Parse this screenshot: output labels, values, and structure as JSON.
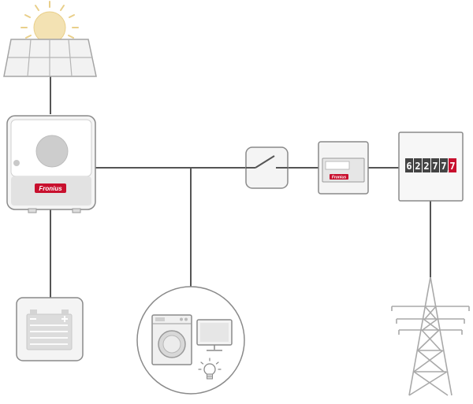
{
  "inverter": {
    "brand_label": "Fronius"
  },
  "smart_meter": {
    "brand_label": "Fronius"
  },
  "utility_meter": {
    "digits": [
      "6",
      "2",
      "2",
      "7",
      "7"
    ],
    "decimal": "7"
  },
  "colors": {
    "line": "#555555",
    "device_stroke": "#8a8a8a",
    "device_fill": "#f4f4f4",
    "brand_red": "#c8102e",
    "sun": "#f3e2b3",
    "sun_rays": "#e9cf8a"
  }
}
